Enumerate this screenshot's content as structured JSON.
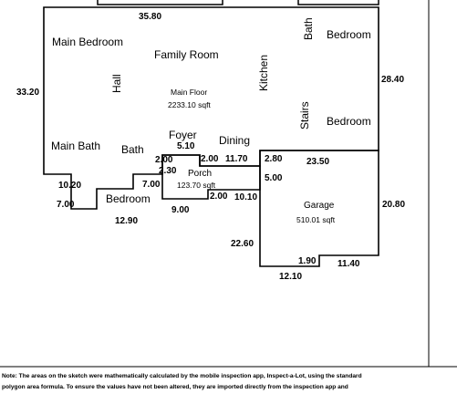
{
  "rooms": {
    "main_bedroom": "Main Bedroom",
    "family_room": "Family Room",
    "bath_top": "Bath",
    "bedroom_top_right": "Bedroom",
    "hall": "Hall",
    "kitchen": "Kitchen",
    "bedroom_right": "Bedroom",
    "stairs": "Stairs",
    "main_bath": "Main Bath",
    "bath": "Bath",
    "foyer": "Foyer",
    "dining": "Dining",
    "porch": "Porch",
    "bedroom_bottom": "Bedroom",
    "garage": "Garage",
    "main_floor": "Main Floor"
  },
  "areas": {
    "main_floor": "2233.10 sqft",
    "porch": "123.70 sqft",
    "garage": "510.01 sqft"
  },
  "dimensions": {
    "top": "35.80",
    "left": "33.20",
    "right_upper": "28.40",
    "foyer_width": "5.10",
    "dining_width": "11.70",
    "stair_offset": "2.80",
    "garage_width": "23.50",
    "garage_jog": "5.00",
    "porch_jog_left": "2.00",
    "porch_jog_right": "2.00",
    "porch_depth": "2.30",
    "porch_left_wall": "7.00",
    "main_bath_step": "10.20",
    "bedroom_left": "7.00",
    "bedroom_bottom_width": "12.90",
    "porch_bottom": "9.00",
    "garage_jog_bottom": "2.00",
    "garage_jog_width": "10.10",
    "garage_left": "22.60",
    "garage_right": "20.80",
    "garage_door_jog": "1.90",
    "garage_bottom_right": "11.40",
    "garage_bottom": "12.10"
  },
  "note": {
    "line1": "Note: The areas on the sketch were mathematically calculated by the mobile inspection app, Inspect-a-Lot, using the standard",
    "line2": "polygon area formula. To ensure the values have not been altered, they are imported directly from the inspection app and"
  },
  "colors": {
    "line": "#000000",
    "background": "#ffffff"
  }
}
